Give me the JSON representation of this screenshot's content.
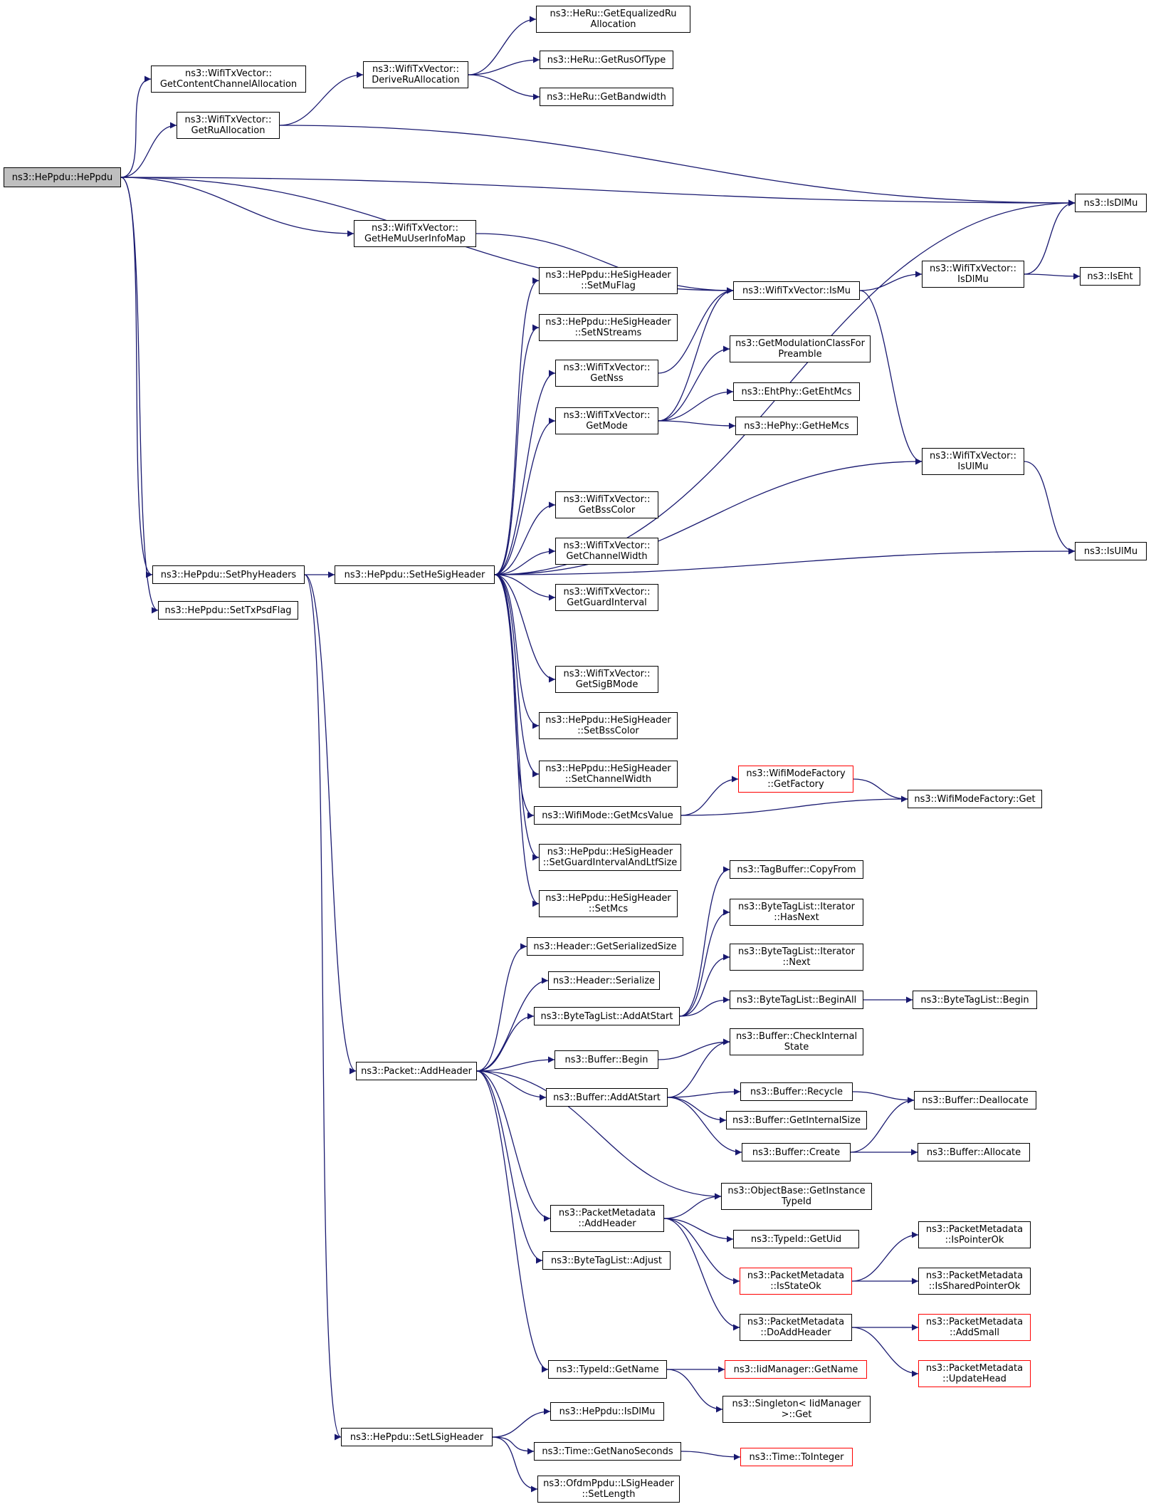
{
  "colors": {
    "edge": "#191970",
    "box": "#000000",
    "truncated": "#ff0000",
    "root_fill": "#bfbfbf"
  },
  "nodes": [
    {
      "id": "hePpdu",
      "lines": [
        "ns3::HePpdu::HePpdu"
      ],
      "root": true
    },
    {
      "id": "getContentCh",
      "lines": [
        "ns3::WifiTxVector::",
        "GetContentChannelAllocation"
      ]
    },
    {
      "id": "getRuAlloc",
      "lines": [
        "ns3::WifiTxVector::",
        "GetRuAllocation"
      ]
    },
    {
      "id": "deriveRu",
      "lines": [
        "ns3::WifiTxVector::",
        "DeriveRuAllocation"
      ]
    },
    {
      "id": "getEqRu",
      "lines": [
        "ns3::HeRu::GetEqualizedRu",
        "Allocation"
      ]
    },
    {
      "id": "getRusOfType",
      "lines": [
        "ns3::HeRu::GetRusOfType"
      ]
    },
    {
      "id": "heRuBw",
      "lines": [
        "ns3::HeRu::GetBandwidth"
      ]
    },
    {
      "id": "isDlMuFree",
      "lines": [
        "ns3::IsDlMu"
      ]
    },
    {
      "id": "getHeMuUser",
      "lines": [
        "ns3::WifiTxVector::",
        "GetHeMuUserInfoMap"
      ]
    },
    {
      "id": "txIsMu",
      "lines": [
        "ns3::WifiTxVector::IsMu"
      ]
    },
    {
      "id": "txIsDlMu",
      "lines": [
        "ns3::WifiTxVector::",
        "IsDlMu"
      ]
    },
    {
      "id": "isEht",
      "lines": [
        "ns3::IsEht"
      ]
    },
    {
      "id": "setMuFlag",
      "lines": [
        "ns3::HePpdu::HeSigHeader",
        "::SetMuFlag"
      ]
    },
    {
      "id": "setNStreams",
      "lines": [
        "ns3::HePpdu::HeSigHeader",
        "::SetNStreams"
      ]
    },
    {
      "id": "getNss",
      "lines": [
        "ns3::WifiTxVector::",
        "GetNss"
      ]
    },
    {
      "id": "getModClass",
      "lines": [
        "ns3::GetModulationClassFor",
        "Preamble"
      ]
    },
    {
      "id": "getMode",
      "lines": [
        "ns3::WifiTxVector::",
        "GetMode"
      ]
    },
    {
      "id": "getEhtMcs",
      "lines": [
        "ns3::EhtPhy::GetEhtMcs"
      ]
    },
    {
      "id": "getHeMcs",
      "lines": [
        "ns3::HePhy::GetHeMcs"
      ]
    },
    {
      "id": "txIsUlMu",
      "lines": [
        "ns3::WifiTxVector::",
        "IsUlMu"
      ]
    },
    {
      "id": "getBssColor",
      "lines": [
        "ns3::WifiTxVector::",
        "GetBssColor"
      ]
    },
    {
      "id": "getChWidth",
      "lines": [
        "ns3::WifiTxVector::",
        "GetChannelWidth"
      ]
    },
    {
      "id": "getGuard",
      "lines": [
        "ns3::WifiTxVector::",
        "GetGuardInterval"
      ]
    },
    {
      "id": "isUlMuFree",
      "lines": [
        "ns3::IsUlMu"
      ]
    },
    {
      "id": "setPhyHeaders",
      "lines": [
        "ns3::HePpdu::SetPhyHeaders"
      ]
    },
    {
      "id": "setHeSig",
      "lines": [
        "ns3::HePpdu::SetHeSigHeader"
      ]
    },
    {
      "id": "setTxPsd",
      "lines": [
        "ns3::HePpdu::SetTxPsdFlag"
      ]
    },
    {
      "id": "getSigB",
      "lines": [
        "ns3::WifiTxVector::",
        "GetSigBMode"
      ]
    },
    {
      "id": "setBssColor",
      "lines": [
        "ns3::HePpdu::HeSigHeader",
        "::SetBssColor"
      ]
    },
    {
      "id": "setChWidth",
      "lines": [
        "ns3::HePpdu::HeSigHeader",
        "::SetChannelWidth"
      ]
    },
    {
      "id": "wmfGetFactory",
      "lines": [
        "ns3::WifiModeFactory",
        "::GetFactory"
      ],
      "red": true
    },
    {
      "id": "wmfGet",
      "lines": [
        "ns3::WifiModeFactory::Get"
      ]
    },
    {
      "id": "getMcsValue",
      "lines": [
        "ns3::WifiMode::GetMcsValue"
      ]
    },
    {
      "id": "setGi",
      "lines": [
        "ns3::HePpdu::HeSigHeader",
        "::SetGuardIntervalAndLtfSize"
      ]
    },
    {
      "id": "setMcs",
      "lines": [
        "ns3::HePpdu::HeSigHeader",
        "::SetMcs"
      ]
    },
    {
      "id": "tagCopyFrom",
      "lines": [
        "ns3::TagBuffer::CopyFrom"
      ]
    },
    {
      "id": "btlHasNext",
      "lines": [
        "ns3::ByteTagList::Iterator",
        "::HasNext"
      ]
    },
    {
      "id": "hdrSerSize",
      "lines": [
        "ns3::Header::GetSerializedSize"
      ]
    },
    {
      "id": "btlNext",
      "lines": [
        "ns3::ByteTagList::Iterator",
        "::Next"
      ]
    },
    {
      "id": "hdrSerialize",
      "lines": [
        "ns3::Header::Serialize"
      ]
    },
    {
      "id": "btlAddAtStart",
      "lines": [
        "ns3::ByteTagList::AddAtStart"
      ]
    },
    {
      "id": "btlBeginAll",
      "lines": [
        "ns3::ByteTagList::BeginAll"
      ]
    },
    {
      "id": "btlBegin",
      "lines": [
        "ns3::ByteTagList::Begin"
      ]
    },
    {
      "id": "bufCheck",
      "lines": [
        "ns3::Buffer::CheckInternal",
        "State"
      ]
    },
    {
      "id": "bufBegin",
      "lines": [
        "ns3::Buffer::Begin"
      ]
    },
    {
      "id": "pktAddHeader",
      "lines": [
        "ns3::Packet::AddHeader"
      ]
    },
    {
      "id": "bufRecycle",
      "lines": [
        "ns3::Buffer::Recycle"
      ]
    },
    {
      "id": "bufAddAtStart",
      "lines": [
        "ns3::Buffer::AddAtStart"
      ]
    },
    {
      "id": "bufDealloc",
      "lines": [
        "ns3::Buffer::Deallocate"
      ]
    },
    {
      "id": "bufGetIntSize",
      "lines": [
        "ns3::Buffer::GetInternalSize"
      ]
    },
    {
      "id": "bufCreate",
      "lines": [
        "ns3::Buffer::Create"
      ]
    },
    {
      "id": "bufAlloc",
      "lines": [
        "ns3::Buffer::Allocate"
      ]
    },
    {
      "id": "objGetTid",
      "lines": [
        "ns3::ObjectBase::GetInstance",
        "TypeId"
      ]
    },
    {
      "id": "pmAddHeader",
      "lines": [
        "ns3::PacketMetadata",
        "::AddHeader"
      ]
    },
    {
      "id": "pmIsPtrOk",
      "lines": [
        "ns3::PacketMetadata",
        "::IsPointerOk"
      ]
    },
    {
      "id": "tidGetUid",
      "lines": [
        "ns3::TypeId::GetUid"
      ]
    },
    {
      "id": "btlAdjust",
      "lines": [
        "ns3::ByteTagList::Adjust"
      ]
    },
    {
      "id": "pmIsStateOk",
      "lines": [
        "ns3::PacketMetadata",
        "::IsStateOk"
      ],
      "red": true
    },
    {
      "id": "pmIsShared",
      "lines": [
        "ns3::PacketMetadata",
        "::IsSharedPointerOk"
      ]
    },
    {
      "id": "pmDoAdd",
      "lines": [
        "ns3::PacketMetadata",
        "::DoAddHeader"
      ]
    },
    {
      "id": "pmAddSmall",
      "lines": [
        "ns3::PacketMetadata",
        "::AddSmall"
      ],
      "red": true
    },
    {
      "id": "tidGetName",
      "lines": [
        "ns3::TypeId::GetName"
      ]
    },
    {
      "id": "iidGetName",
      "lines": [
        "ns3::IidManager::GetName"
      ],
      "red": true
    },
    {
      "id": "pmUpdHead",
      "lines": [
        "ns3::PacketMetadata",
        "::UpdateHead"
      ],
      "red": true
    },
    {
      "id": "singletonGet",
      "lines": [
        "ns3::Singleton< IidManager",
        ">::Get"
      ]
    },
    {
      "id": "hePpduIsDlMu",
      "lines": [
        "ns3::HePpdu::IsDlMu"
      ]
    },
    {
      "id": "setLSig",
      "lines": [
        "ns3::HePpdu::SetLSigHeader"
      ]
    },
    {
      "id": "timeGetNano",
      "lines": [
        "ns3::Time::GetNanoSeconds"
      ]
    },
    {
      "id": "timeToInt",
      "lines": [
        "ns3::Time::ToInteger"
      ],
      "red": true
    },
    {
      "id": "ofdmSetLen",
      "lines": [
        "ns3::OfdmPpdu::LSigHeader",
        "::SetLength"
      ]
    }
  ],
  "edges": [
    [
      "hePpdu",
      "getContentCh"
    ],
    [
      "hePpdu",
      "getRuAlloc"
    ],
    [
      "hePpdu",
      "isDlMuFree"
    ],
    [
      "hePpdu",
      "getHeMuUser"
    ],
    [
      "hePpdu",
      "txIsMu"
    ],
    [
      "hePpdu",
      "setPhyHeaders"
    ],
    [
      "hePpdu",
      "setTxPsd"
    ],
    [
      "getRuAlloc",
      "deriveRu"
    ],
    [
      "getRuAlloc",
      "isDlMuFree"
    ],
    [
      "deriveRu",
      "getEqRu"
    ],
    [
      "deriveRu",
      "getRusOfType"
    ],
    [
      "deriveRu",
      "heRuBw"
    ],
    [
      "getHeMuUser",
      "txIsMu"
    ],
    [
      "txIsMu",
      "txIsDlMu"
    ],
    [
      "txIsMu",
      "txIsUlMu"
    ],
    [
      "txIsDlMu",
      "isDlMuFree"
    ],
    [
      "txIsDlMu",
      "isEht"
    ],
    [
      "txIsUlMu",
      "isUlMuFree"
    ],
    [
      "getNss",
      "txIsMu"
    ],
    [
      "getMode",
      "txIsMu"
    ],
    [
      "getMode",
      "getModClass"
    ],
    [
      "getMode",
      "getEhtMcs"
    ],
    [
      "getMode",
      "getHeMcs"
    ],
    [
      "setPhyHeaders",
      "setHeSig"
    ],
    [
      "setPhyHeaders",
      "pktAddHeader"
    ],
    [
      "setPhyHeaders",
      "setLSig"
    ],
    [
      "setHeSig",
      "isDlMuFree"
    ],
    [
      "setHeSig",
      "setMuFlag"
    ],
    [
      "setHeSig",
      "setNStreams"
    ],
    [
      "setHeSig",
      "getNss"
    ],
    [
      "setHeSig",
      "getMode"
    ],
    [
      "setHeSig",
      "txIsUlMu"
    ],
    [
      "setHeSig",
      "getBssColor"
    ],
    [
      "setHeSig",
      "getChWidth"
    ],
    [
      "setHeSig",
      "getGuard"
    ],
    [
      "setHeSig",
      "isUlMuFree"
    ],
    [
      "setHeSig",
      "getSigB"
    ],
    [
      "setHeSig",
      "setBssColor"
    ],
    [
      "setHeSig",
      "setChWidth"
    ],
    [
      "setHeSig",
      "getMcsValue"
    ],
    [
      "setHeSig",
      "setGi"
    ],
    [
      "setHeSig",
      "setMcs"
    ],
    [
      "getMcsValue",
      "wmfGetFactory"
    ],
    [
      "getMcsValue",
      "wmfGet"
    ],
    [
      "wmfGetFactory",
      "wmfGet"
    ],
    [
      "pktAddHeader",
      "hdrSerSize"
    ],
    [
      "pktAddHeader",
      "hdrSerialize"
    ],
    [
      "pktAddHeader",
      "btlAddAtStart"
    ],
    [
      "pktAddHeader",
      "bufBegin"
    ],
    [
      "pktAddHeader",
      "bufAddAtStart"
    ],
    [
      "pktAddHeader",
      "objGetTid"
    ],
    [
      "pktAddHeader",
      "pmAddHeader"
    ],
    [
      "pktAddHeader",
      "btlAdjust"
    ],
    [
      "pktAddHeader",
      "tidGetName"
    ],
    [
      "btlAddAtStart",
      "tagCopyFrom"
    ],
    [
      "btlAddAtStart",
      "btlHasNext"
    ],
    [
      "btlAddAtStart",
      "btlNext"
    ],
    [
      "btlAddAtStart",
      "btlBeginAll"
    ],
    [
      "btlBeginAll",
      "btlBegin"
    ],
    [
      "bufBegin",
      "bufCheck"
    ],
    [
      "bufAddAtStart",
      "bufCheck"
    ],
    [
      "bufAddAtStart",
      "bufRecycle"
    ],
    [
      "bufAddAtStart",
      "bufGetIntSize"
    ],
    [
      "bufAddAtStart",
      "bufCreate"
    ],
    [
      "bufRecycle",
      "bufDealloc"
    ],
    [
      "bufCreate",
      "bufDealloc"
    ],
    [
      "bufCreate",
      "bufAlloc"
    ],
    [
      "pmAddHeader",
      "objGetTid"
    ],
    [
      "pmAddHeader",
      "tidGetUid"
    ],
    [
      "pmAddHeader",
      "pmIsStateOk"
    ],
    [
      "pmAddHeader",
      "pmDoAdd"
    ],
    [
      "pmIsStateOk",
      "pmIsPtrOk"
    ],
    [
      "pmIsStateOk",
      "pmIsShared"
    ],
    [
      "pmDoAdd",
      "pmAddSmall"
    ],
    [
      "pmDoAdd",
      "pmUpdHead"
    ],
    [
      "tidGetName",
      "iidGetName"
    ],
    [
      "tidGetName",
      "singletonGet"
    ],
    [
      "setLSig",
      "hePpduIsDlMu"
    ],
    [
      "setLSig",
      "timeGetNano"
    ],
    [
      "setLSig",
      "ofdmSetLen"
    ],
    [
      "timeGetNano",
      "timeToInt"
    ]
  ]
}
